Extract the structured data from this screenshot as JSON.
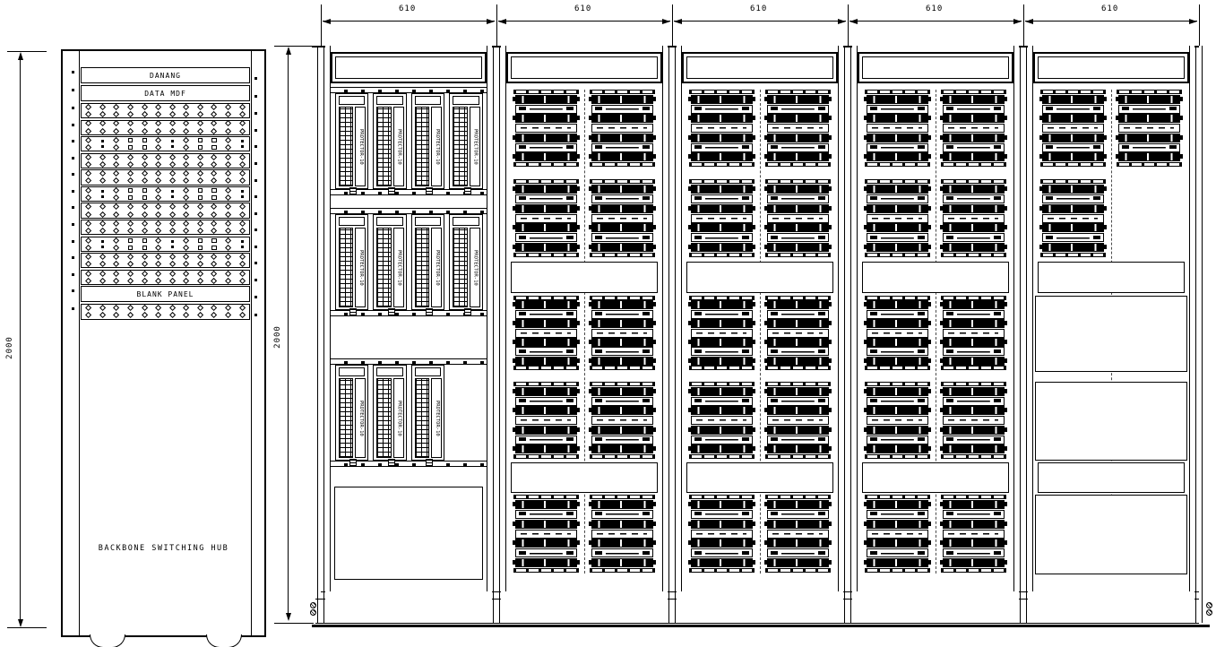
{
  "palette": {
    "ink": "#000000",
    "paper": "#ffffff"
  },
  "dims": {
    "bay_widths": [
      "610",
      "610",
      "610",
      "610",
      "610"
    ],
    "left_cabinet_height": "2000",
    "rack_height": "2000"
  },
  "left_cabinet": {
    "title_panel": "DANANG",
    "subtitle_panel": "DATA MDF",
    "blank_panel_label": "BLANK PANEL",
    "bottom_label": "BACKBONE SWITCHING HUB",
    "columns_per_row": 12,
    "glyph_patterns": {
      "plain": [
        "c",
        "c",
        "c",
        "c",
        "c",
        "c",
        "c",
        "c",
        "c",
        "c",
        "c",
        "c"
      ],
      "mixed": [
        "c",
        "f",
        "c",
        "o",
        "o",
        "c",
        "f",
        "c",
        "o",
        "o",
        "c",
        "f"
      ]
    },
    "rows_above_blank": [
      "plain",
      "plain",
      "mixed",
      "plain",
      "plain",
      "mixed",
      "plain",
      "plain",
      "mixed",
      "plain",
      "plain"
    ],
    "rows_below_blank": [
      "plain"
    ]
  },
  "rack": {
    "bays": [
      {
        "kind": "protector",
        "protector_label": "PROTECTOR-10",
        "groups": [
          4,
          4,
          3
        ],
        "slots_per_group": 4
      },
      {
        "kind": "patch",
        "strip_blocks": [
          {
            "cols": 2
          },
          {
            "cols": 2
          },
          {
            "panel": true
          },
          {
            "cols": 2
          },
          {
            "cols": 2
          },
          {
            "panel": true
          },
          {
            "cols": 2
          }
        ]
      },
      {
        "kind": "patch",
        "strip_blocks": [
          {
            "cols": 2
          },
          {
            "cols": 2
          },
          {
            "panel": true
          },
          {
            "cols": 2
          },
          {
            "cols": 2
          },
          {
            "panel": true
          },
          {
            "cols": 2
          }
        ]
      },
      {
        "kind": "patch",
        "strip_blocks": [
          {
            "cols": 2
          },
          {
            "cols": 2
          },
          {
            "panel": true
          },
          {
            "cols": 2
          },
          {
            "cols": 2
          },
          {
            "panel": true
          },
          {
            "cols": 2
          }
        ]
      },
      {
        "kind": "patch",
        "strip_blocks": [
          {
            "cols": 2
          },
          {
            "cols": 1
          },
          {
            "panel": true
          },
          {
            "empty": true
          },
          {
            "empty": true
          },
          {
            "panel": true
          },
          {
            "empty": true
          }
        ]
      }
    ]
  }
}
